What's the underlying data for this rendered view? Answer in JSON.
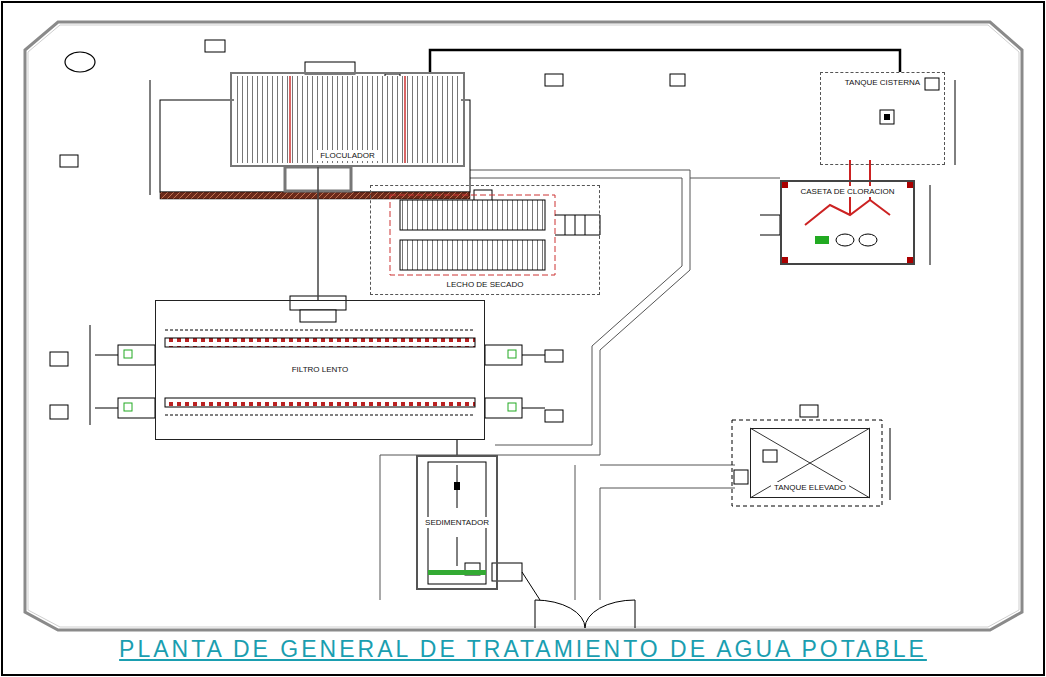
{
  "diagram": {
    "title": "PLANTA DE GENERAL DE TRATAMIENTO DE AGUA POTABLE",
    "nodes": [
      {
        "text": [
          "FLOCULADOR"
        ]
      },
      {
        "text": [
          "FILTRO LENTO"
        ]
      },
      {
        "text": [
          "LECHO DE SECADO"
        ]
      },
      {
        "text": [
          "TANQUE CISTERNA"
        ]
      },
      {
        "text": [
          "CASETA DE CLORACION"
        ]
      },
      {
        "text": [
          "TANQUE ELEVADO"
        ]
      },
      {
        "text": [
          "SEDIMENTADOR"
        ]
      }
    ],
    "edges": [
      {
        "from": 6,
        "to": 1,
        "arrow": "none"
      },
      {
        "from": 1,
        "to": 0,
        "arrow": "none"
      },
      {
        "from": 0,
        "to": 3,
        "arrow": "none"
      }
    ]
  }
}
